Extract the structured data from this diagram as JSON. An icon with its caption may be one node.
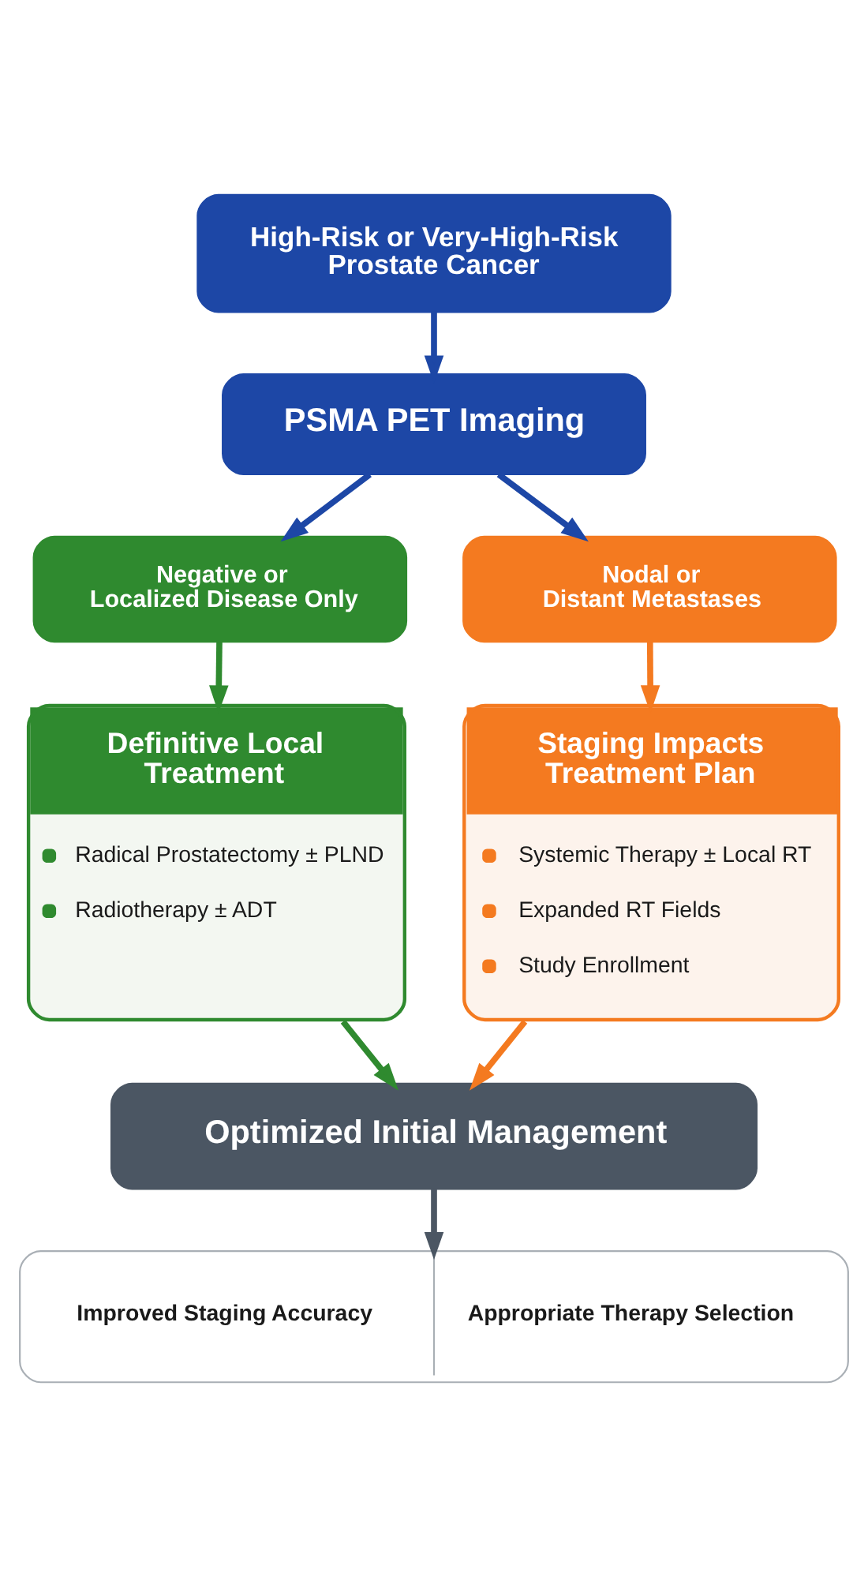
{
  "diagram": {
    "nodes": [
      {
        "text": [
          "High-Risk or Very-High-Risk Prostate Cancer"
        ]
      },
      {
        "text": [
          "PSMA PET Imaging"
        ]
      },
      {
        "text": [
          "Negative or Localized Disease Only"
        ]
      },
      {
        "text": [
          "Nodal or Distant Metastases"
        ]
      },
      {
        "text": [
          "Definitive Local Treatment",
          "Radical Prostatectomy ± PLND",
          "Radiotherapy ± ADT"
        ]
      },
      {
        "text": [
          "Staging Impacts Treatment Plan",
          "Systemic Therapy ± Local RT",
          "Expanded RT Fields",
          "Study Enrollment"
        ]
      },
      {
        "text": [
          "Optimized Initial Management"
        ]
      },
      {
        "text": [
          "Improved Staging Accuracy",
          "Appropriate Therapy Selection"
        ]
      }
    ],
    "edges": [
      {
        "from": 0,
        "to": 1,
        "arrow": "to"
      },
      {
        "from": 1,
        "to": 2,
        "arrow": "to"
      },
      {
        "from": 1,
        "to": 3,
        "arrow": "to"
      },
      {
        "from": 2,
        "to": 4,
        "arrow": "to",
        "color": "#2f8a2f"
      },
      {
        "from": 3,
        "to": 5,
        "arrow": "to",
        "color": "#f47a20"
      },
      {
        "from": 4,
        "to": 6,
        "arrow": "to",
        "color": "#2f8a2f"
      },
      {
        "from": 5,
        "to": 6,
        "arrow": "to",
        "color": "#f47a20"
      },
      {
        "from": 6,
        "to": 7,
        "arrow": "to",
        "color": "#4b5663"
      }
    ]
  }
}
